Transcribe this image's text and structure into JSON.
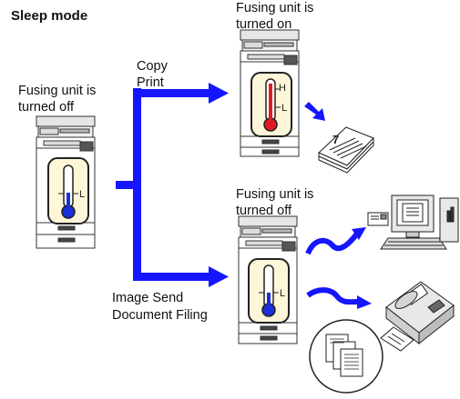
{
  "title": "Sleep mode",
  "left_state": {
    "line1": "Fusing unit is",
    "line2": "turned off",
    "gauge_label": "L"
  },
  "top_branch": {
    "jobs": [
      "Copy",
      "Print"
    ],
    "state_line1": "Fusing unit is",
    "state_line2": "turned on",
    "gauge_high": "H",
    "gauge_low": "L"
  },
  "bottom_branch": {
    "jobs": [
      "Image Send",
      "Document Filing"
    ],
    "state_line1": "Fusing unit is",
    "state_line2": "turned off",
    "gauge_label": "L"
  },
  "colors": {
    "arrow": "#1515ff",
    "cold": "#1a2fd6",
    "hot": "#e01b24",
    "panel": "#fdf6d8"
  },
  "icons": [
    "printer-icon",
    "thermometer-icon",
    "printed-pages-icon",
    "computer-icon",
    "fax-machine-icon",
    "document-stack-icon"
  ]
}
